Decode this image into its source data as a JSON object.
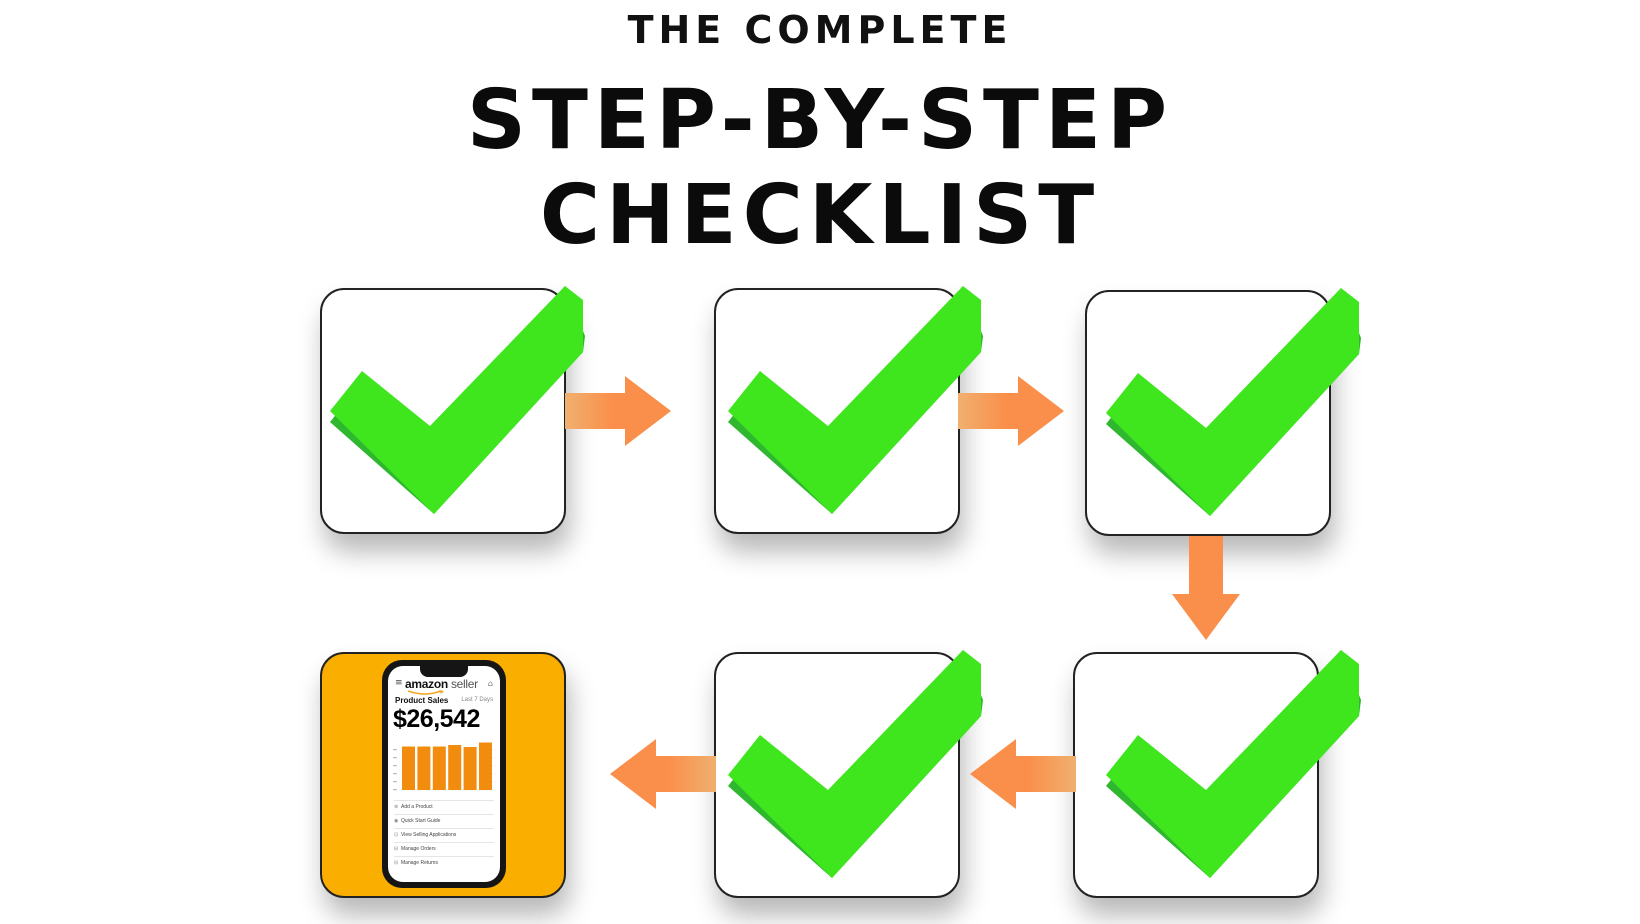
{
  "header": {
    "eyebrow": "THE COMPLETE",
    "title_line1": "STEP-BY-STEP",
    "title_line2": "CHECKLIST"
  },
  "colors": {
    "check_green": "#3fe61e",
    "check_shade": "#2fb82f",
    "arrow_orange": "#fa8f4b",
    "final_box": "#f9ae00"
  },
  "steps": [
    {
      "id": 1,
      "icon": "checkmark-icon"
    },
    {
      "id": 2,
      "icon": "checkmark-icon"
    },
    {
      "id": 3,
      "icon": "checkmark-icon"
    },
    {
      "id": 4,
      "icon": "checkmark-icon"
    },
    {
      "id": 5,
      "icon": "checkmark-icon"
    },
    {
      "id": 6,
      "icon": "phone-icon"
    }
  ],
  "phone": {
    "brand": "amazon",
    "brand_suffix": "seller",
    "sales_label": "Product Sales",
    "range_label": "Last 7 Days",
    "sales_value": "$26,542",
    "bar_values": [
      0.87,
      0.87,
      0.87,
      0.9,
      0.86,
      0.95
    ],
    "menu": [
      "Add a Product",
      "Quick Start Guide",
      "View Selling Applications",
      "Manage Orders",
      "Manage Returns"
    ]
  }
}
